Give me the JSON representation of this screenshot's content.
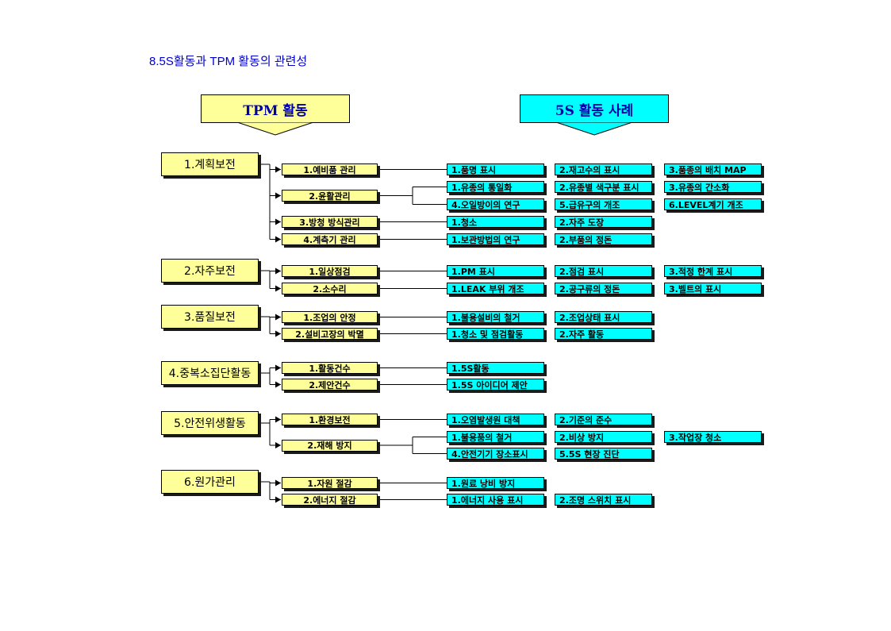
{
  "page_title": "8.5S활동과 TPM 활동의 관련성",
  "headers": {
    "tpm": {
      "label": "TPM 활동",
      "color": "#ffff99"
    },
    "fiveS": {
      "label": "5S 활동 사례",
      "color": "#00ffff"
    }
  },
  "colors": {
    "category": "#ffff99",
    "activity": "#ffff99",
    "example": "#00ffff",
    "title": "#0000cc"
  },
  "groups": [
    {
      "label": "1.계획보전",
      "items": [
        {
          "label": "1.예비품 관리",
          "examples": [
            "1.품명 표시",
            "2.재고수의 표시",
            "3.품종의 배치 MAP"
          ]
        },
        {
          "label": "2.윤활관리",
          "examples": [
            "1.유종의 통일화",
            "2.유종별 색구분 표시",
            "3.유종의 간소화"
          ],
          "examples2": [
            "4.오일방이의 연구",
            "5.급유구의 개조",
            "6.LEVEL계기 개조"
          ]
        },
        {
          "label": "3.방청 방식관리",
          "examples": [
            "1.청소",
            "2.자주 도장"
          ]
        },
        {
          "label": "4.계측기 관리",
          "examples": [
            "1.보관방법의 연구",
            "2.부품의 정돈"
          ]
        }
      ]
    },
    {
      "label": "2.자주보전",
      "items": [
        {
          "label": "1.일상점검",
          "examples": [
            "1.PM 표시",
            "2.점검 표시",
            "3.적정 한계 표시"
          ]
        },
        {
          "label": "2.소수리",
          "examples": [
            "1.LEAK 부위 개조",
            "2.공구류의 정돈",
            "3.벨트의 표시"
          ]
        }
      ]
    },
    {
      "label": "3.품질보전",
      "items": [
        {
          "label": "1.조업의 안정",
          "examples": [
            "1.불용설비의 철거",
            "2.조업상태 표시"
          ]
        },
        {
          "label": "2.설비고장의 박멸",
          "examples": [
            "1.청소 및 점검활동",
            "2.자주 활동"
          ]
        }
      ]
    },
    {
      "label": "4.중복소집단활동",
      "items": [
        {
          "label": "1.활동건수",
          "examples": [
            "1.5S활동"
          ]
        },
        {
          "label": "2.제안건수",
          "examples": [
            "1.5S 아이디어 제안"
          ]
        }
      ]
    },
    {
      "label": "5.안전위생활동",
      "items": [
        {
          "label": "1.환경보전",
          "examples": [
            "1.오염발생원 대책",
            "2.기준의 준수"
          ]
        },
        {
          "label": "2.재해 방지",
          "examples": [
            "1.불용품의 철거",
            "2.비상 방지",
            "3.작업장 청소"
          ],
          "examples2": [
            "4.안전기기 장소표시",
            "5.5S 현장 진단"
          ]
        }
      ]
    },
    {
      "label": "6.원가관리",
      "items": [
        {
          "label": "1.자원 절감",
          "examples": [
            "1.원료 낭비 방지"
          ]
        },
        {
          "label": "2.에너지 절감",
          "examples": [
            "1.에너지 사용 표시",
            "2.조명 스위치 표시"
          ]
        }
      ]
    }
  ]
}
